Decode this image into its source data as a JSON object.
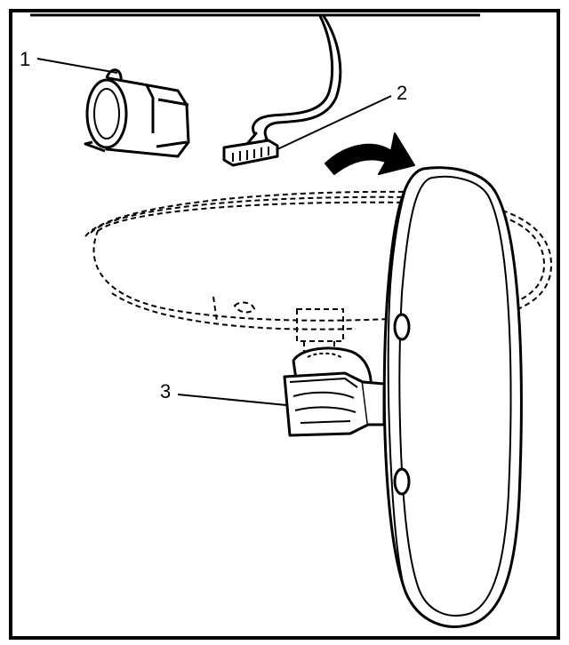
{
  "diagram": {
    "callouts": [
      {
        "id": "1",
        "label": "1"
      },
      {
        "id": "2",
        "label": "2"
      },
      {
        "id": "3",
        "label": "3"
      }
    ],
    "colors": {
      "ink": "#000000",
      "paper": "#ffffff"
    }
  }
}
